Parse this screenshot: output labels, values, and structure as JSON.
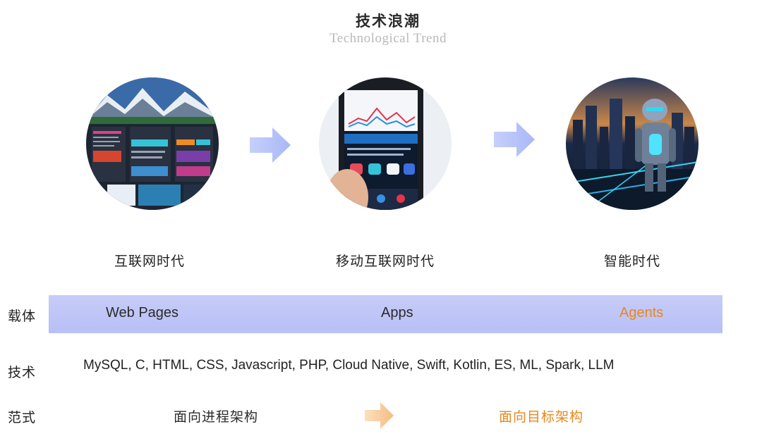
{
  "header": {
    "title": "技术浪潮",
    "subtitle": "Technological Trend"
  },
  "eras": [
    {
      "label": "互联网时代",
      "image_subject": "web-pages-collage"
    },
    {
      "label": "移动互联网时代",
      "image_subject": "smartphone-app-screen"
    },
    {
      "label": "智能时代",
      "image_subject": "robot-agent-city"
    }
  ],
  "rows": {
    "carrier": {
      "label": "载体",
      "items": [
        "Web Pages",
        "Apps",
        "Agents"
      ]
    },
    "technology": {
      "label": "技术",
      "text": "MySQL, C, HTML, CSS, Javascript, PHP, Cloud Native, Swift, Kotlin, ES, ML, Spark, LLM"
    },
    "paradigm": {
      "label": "范式",
      "from": "面向进程架构",
      "to": "面向目标架构"
    }
  },
  "colors": {
    "accent": "#e8871e",
    "band": "#bcc2f5",
    "era_arrow": "#aab7f7",
    "paradigm_arrow": "#f6c58e",
    "subtitle": "#b9b9b9"
  }
}
